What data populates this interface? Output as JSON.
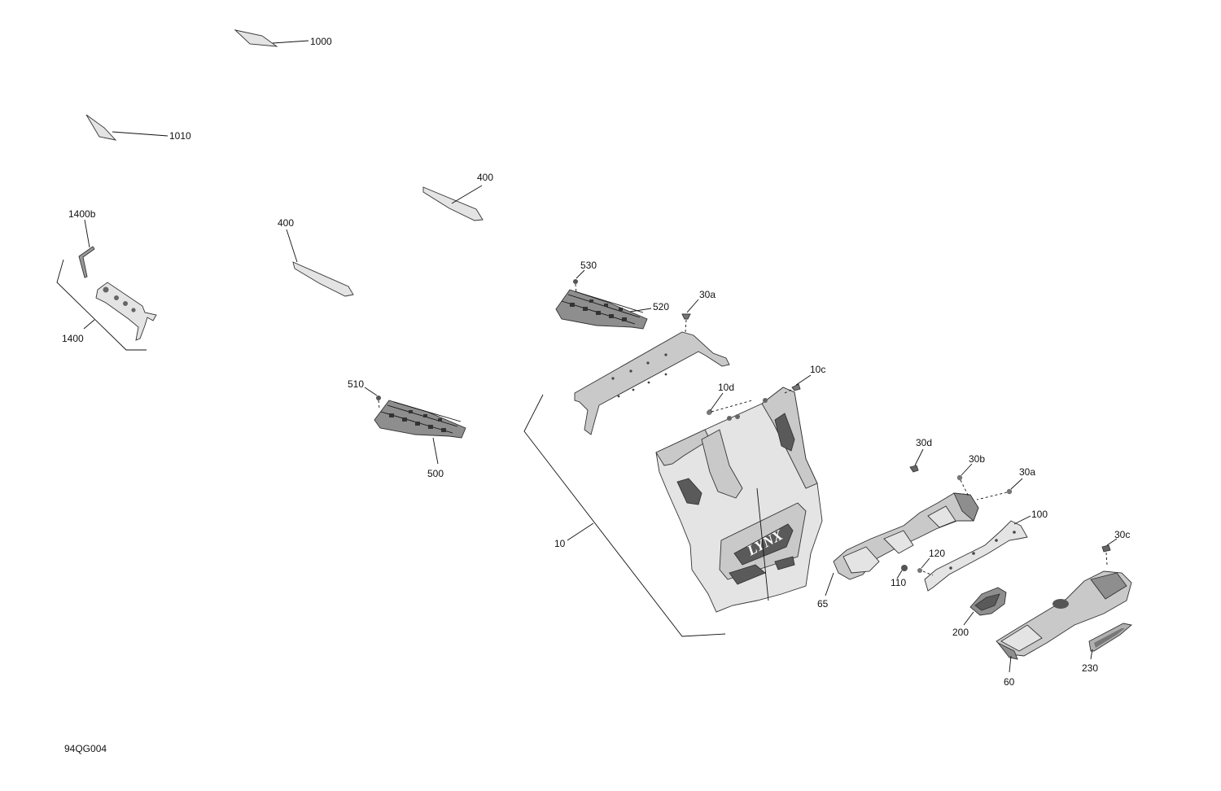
{
  "figure_code": "94QG004",
  "callouts": {
    "c1000": "1000",
    "c1010": "1010",
    "c400a": "400",
    "c400b": "400",
    "c1400b": "1400b",
    "c1400": "1400",
    "c530": "530",
    "c520": "520",
    "c30a_top": "30a",
    "c510": "510",
    "c500": "500",
    "c10d": "10d",
    "c10c": "10c",
    "c10": "10",
    "c30d": "30d",
    "c30b": "30b",
    "c30a_right": "30a",
    "c100": "100",
    "c120": "120",
    "c110": "110",
    "c65": "65",
    "c30c": "30c",
    "c200": "200",
    "c230": "230",
    "c60": "60"
  },
  "colors": {
    "line": "#111111",
    "part_light": "#e4e4e4",
    "part_mid": "#c9c9c9",
    "part_dark": "#8e8e8e"
  }
}
